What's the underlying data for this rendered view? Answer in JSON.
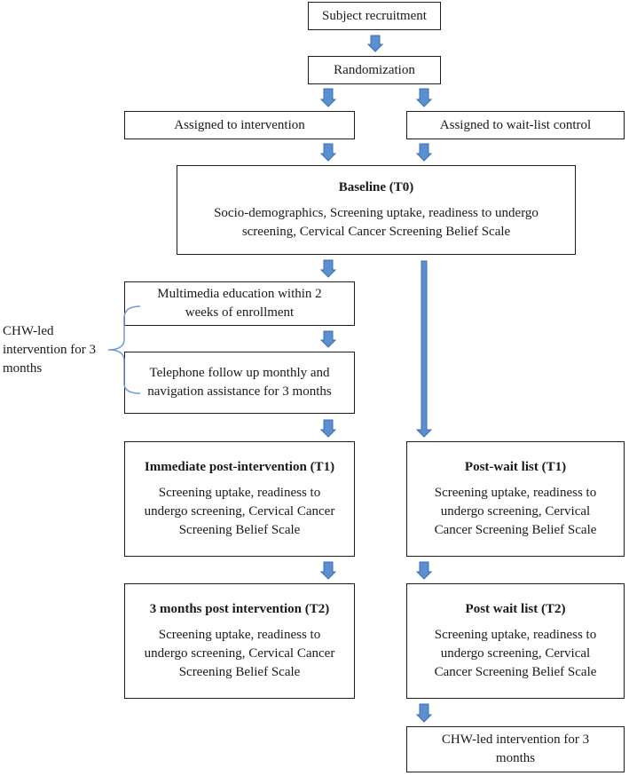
{
  "boxes": {
    "recruit": "Subject recruitment",
    "random": "Randomization",
    "assign_int": "Assigned to intervention",
    "assign_wait": "Assigned to wait-list control",
    "baseline_title": "Baseline (T0)",
    "baseline_body": "Socio-demographics, Screening uptake, readiness to undergo screening, Cervical Cancer Screening Belief Scale",
    "multimedia": "Multimedia education within 2 weeks of enrollment",
    "telephone": "Telephone follow up monthly and navigation assistance for 3 months",
    "immediate_title": "Immediate post-intervention (T1)",
    "immediate_body": "Screening uptake, readiness to undergo screening, Cervical Cancer Screening Belief Scale",
    "postwait_title": "Post-wait list (T1)",
    "postwait_body": "Screening uptake, readiness to undergo screening, Cervical Cancer Screening Belief Scale",
    "three_title": "3 months post intervention (T2)",
    "three_body": "Screening uptake, readiness to undergo screening, Cervical Cancer Screening Belief Scale",
    "postwait2_title": "Post wait list (T2)",
    "postwait2_body": "Screening uptake, readiness to undergo screening, Cervical Cancer Screening Belief Scale",
    "chw_final": "CHW-led intervention for 3 months"
  },
  "brace_label": "CHW-led intervention for 3 months",
  "colors": {
    "arrow": "#5b8fd0",
    "arrow_edge": "#3f6fb0",
    "brace": "#6f9bd6"
  }
}
